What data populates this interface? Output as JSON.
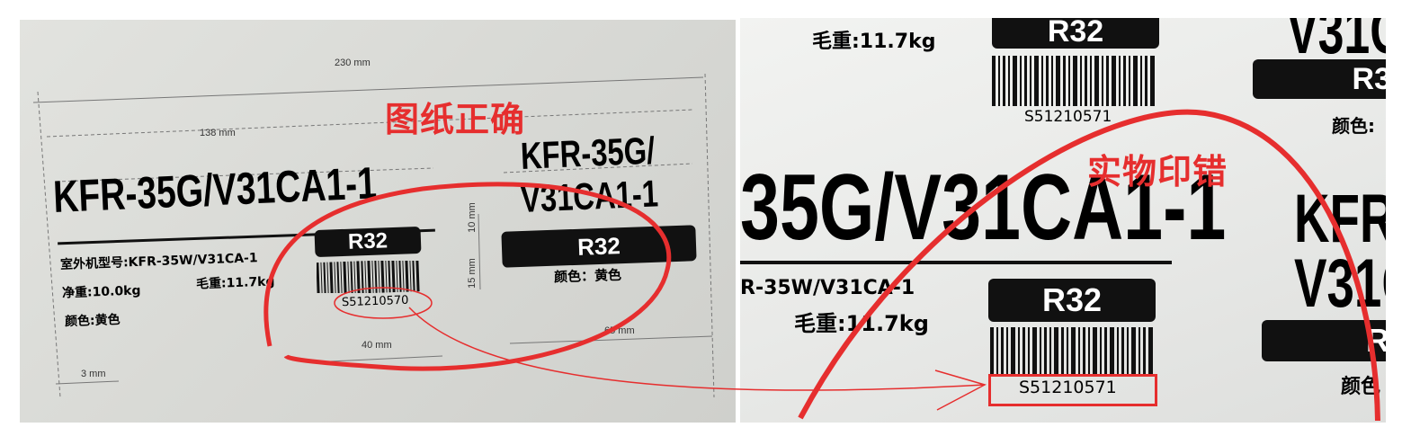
{
  "left": {
    "dim_total": "230 mm",
    "dim_label": "138 mm",
    "model": "KFR-35G/V31CA1-1",
    "outdoor_model": "室外机型号:KFR-35W/V31CA-1",
    "net_weight": "净重:10.0kg",
    "gross_weight": "毛重:11.7kg",
    "color": "颜色:黄色",
    "refrigerant": "R32",
    "serial": "S51210570",
    "dim_10": "10 mm",
    "dim_15": "15 mm",
    "dim_40": "40 mm",
    "dim_3": "3 mm",
    "dim_65": "65 mm",
    "second_model_line1": "KFR-35G/",
    "second_model_line2": "V31CA1-1",
    "second_refrigerant": "R32",
    "second_color": "颜色：黄色",
    "caption": "图纸正确"
  },
  "right": {
    "gross_weight_top": "毛重:11.7kg",
    "refrigerant_top": "R32",
    "serial_top": "S51210571",
    "model_partial": "35G/V31CA1-1",
    "outdoor_partial": "R-35W/V31CA-1",
    "gross_weight": "毛重:11.7kg",
    "refrigerant": "R32",
    "serial": "S51210571",
    "edge_top": "V31C",
    "edge_r": "R3",
    "edge_color_top": "颜色:",
    "edge_kfr": "KFR-",
    "edge_v31c": "V31C",
    "edge_r2": "R",
    "edge_color_bottom": "颜色",
    "caption": "实物印错"
  },
  "colors": {
    "annotation_red": "#e62e2e",
    "ink": "#111111"
  }
}
